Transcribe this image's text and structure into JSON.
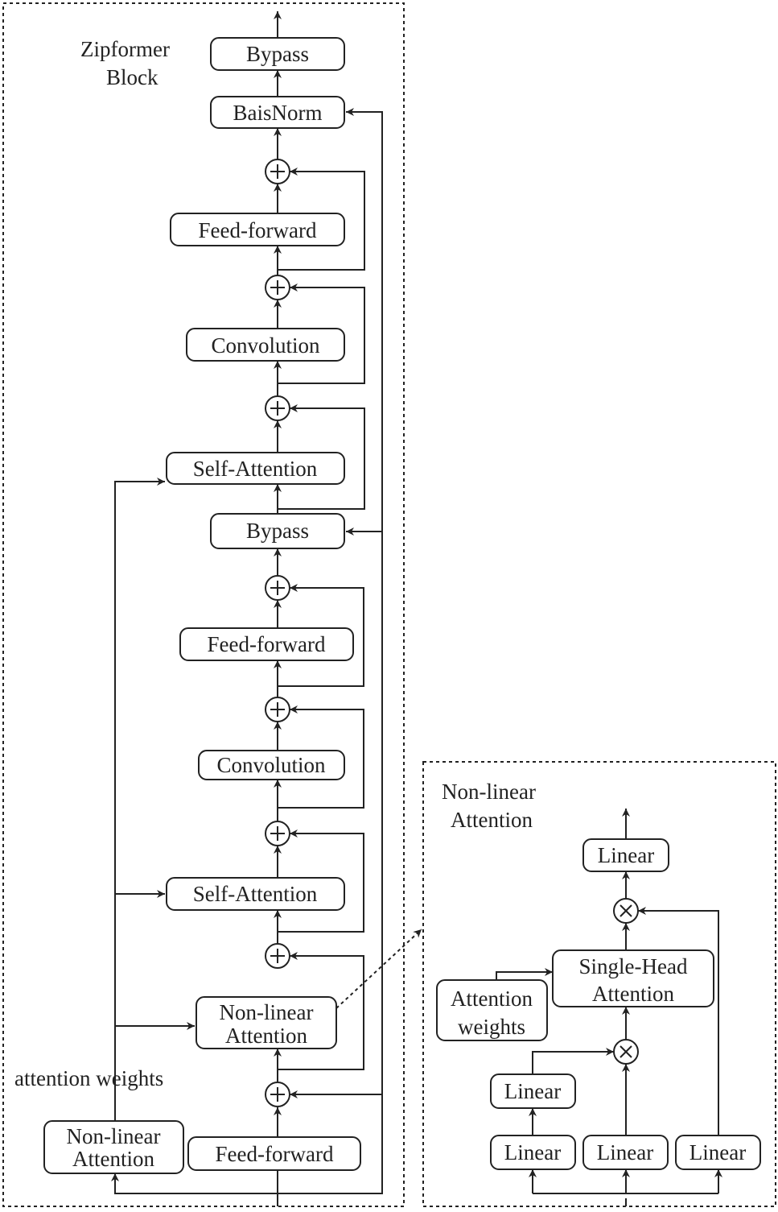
{
  "zipformer": {
    "title_line1": "Zipformer",
    "title_line2": "Block",
    "side_label": "attention weights",
    "blocks": {
      "bypass_out": "Bypass",
      "biasnorm": "BaisNorm",
      "ff3": "Feed-forward",
      "conv2": "Convolution",
      "sa2": "Self-Attention",
      "bypass_mid": "Bypass",
      "ff2": "Feed-forward",
      "conv1": "Convolution",
      "sa1": "Self-Attention",
      "nla_line1": "Non-linear",
      "nla_line2": "Attention",
      "ff1": "Feed-forward",
      "nlaw_line1": "Non-linear",
      "nlaw_line2": "Attention"
    }
  },
  "nla_detail": {
    "title_line1": "Non-linear",
    "title_line2": "Attention",
    "blocks": {
      "linear_out": "Linear",
      "sha_line1": "Single-Head",
      "sha_line2": "Attention",
      "attw_line1": "Attention",
      "attw_line2": "weights",
      "linear_a_top": "Linear",
      "linear_a": "Linear",
      "linear_b": "Linear",
      "linear_c": "Linear"
    }
  },
  "operators": {
    "add": "+",
    "multiply": "×"
  }
}
